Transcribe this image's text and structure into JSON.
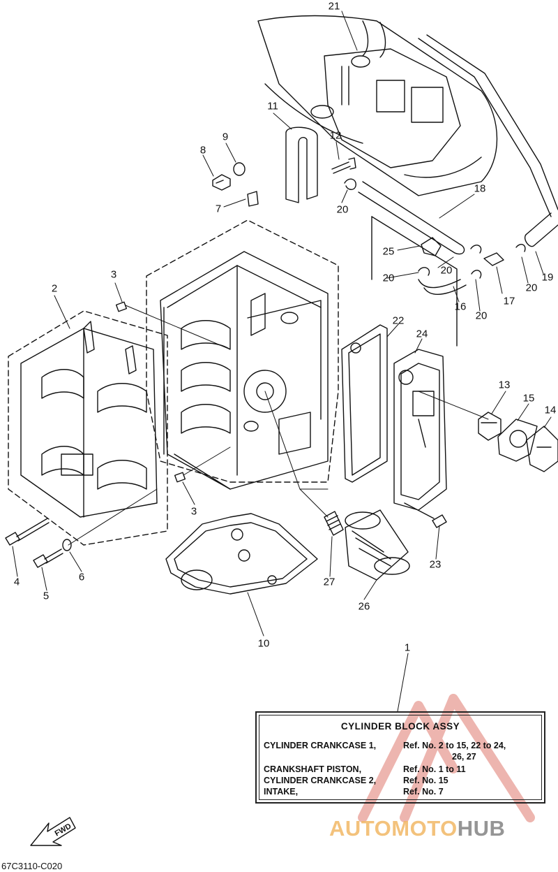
{
  "callouts": [
    {
      "id": "21",
      "label": "21"
    },
    {
      "id": "11",
      "label": "11"
    },
    {
      "id": "9",
      "label": "9"
    },
    {
      "id": "8",
      "label": "8"
    },
    {
      "id": "12",
      "label": "12"
    },
    {
      "id": "7",
      "label": "7"
    },
    {
      "id": "20a",
      "label": "20"
    },
    {
      "id": "18",
      "label": "18"
    },
    {
      "id": "25",
      "label": "25"
    },
    {
      "id": "20b",
      "label": "20"
    },
    {
      "id": "20c",
      "label": "20"
    },
    {
      "id": "17",
      "label": "17"
    },
    {
      "id": "20d",
      "label": "20"
    },
    {
      "id": "19",
      "label": "19"
    },
    {
      "id": "20e",
      "label": "20"
    },
    {
      "id": "16",
      "label": "16"
    },
    {
      "id": "3a",
      "label": "3"
    },
    {
      "id": "2",
      "label": "2"
    },
    {
      "id": "22",
      "label": "22"
    },
    {
      "id": "24",
      "label": "24"
    },
    {
      "id": "13",
      "label": "13"
    },
    {
      "id": "15",
      "label": "15"
    },
    {
      "id": "14",
      "label": "14"
    },
    {
      "id": "3b",
      "label": "3"
    },
    {
      "id": "27",
      "label": "27"
    },
    {
      "id": "23",
      "label": "23"
    },
    {
      "id": "4",
      "label": "4"
    },
    {
      "id": "6",
      "label": "6"
    },
    {
      "id": "5",
      "label": "5"
    },
    {
      "id": "26",
      "label": "26"
    },
    {
      "id": "10",
      "label": "10"
    },
    {
      "id": "1",
      "label": "1"
    }
  ],
  "legend": {
    "title": "CYLINDER  BLOCK ASSY",
    "rows": [
      {
        "name": "CYLINDER CRANKCASE 1,",
        "ref": "Ref. No. 2 to 15, 22 to 24,"
      },
      {
        "name": "",
        "ref": "26, 27"
      },
      {
        "name": "CRANKSHAFT PISTON,",
        "ref": "Ref. No. 1 to 11"
      },
      {
        "name": "CYLINDER CRANKCASE 2,",
        "ref": "Ref. No. 15"
      },
      {
        "name": "INTAKE,",
        "ref": "Ref. No. 7"
      }
    ]
  },
  "fwd_label": "FWD",
  "drawing_code": "67C3110-C020",
  "watermark": {
    "part1": "AUTOMOTO",
    "part2": "HUB"
  },
  "colors": {
    "line": "#111111",
    "watermark_red": "#e07a6e",
    "watermark_orange": "#f2b866",
    "watermark_gray": "#8a8a8a"
  }
}
